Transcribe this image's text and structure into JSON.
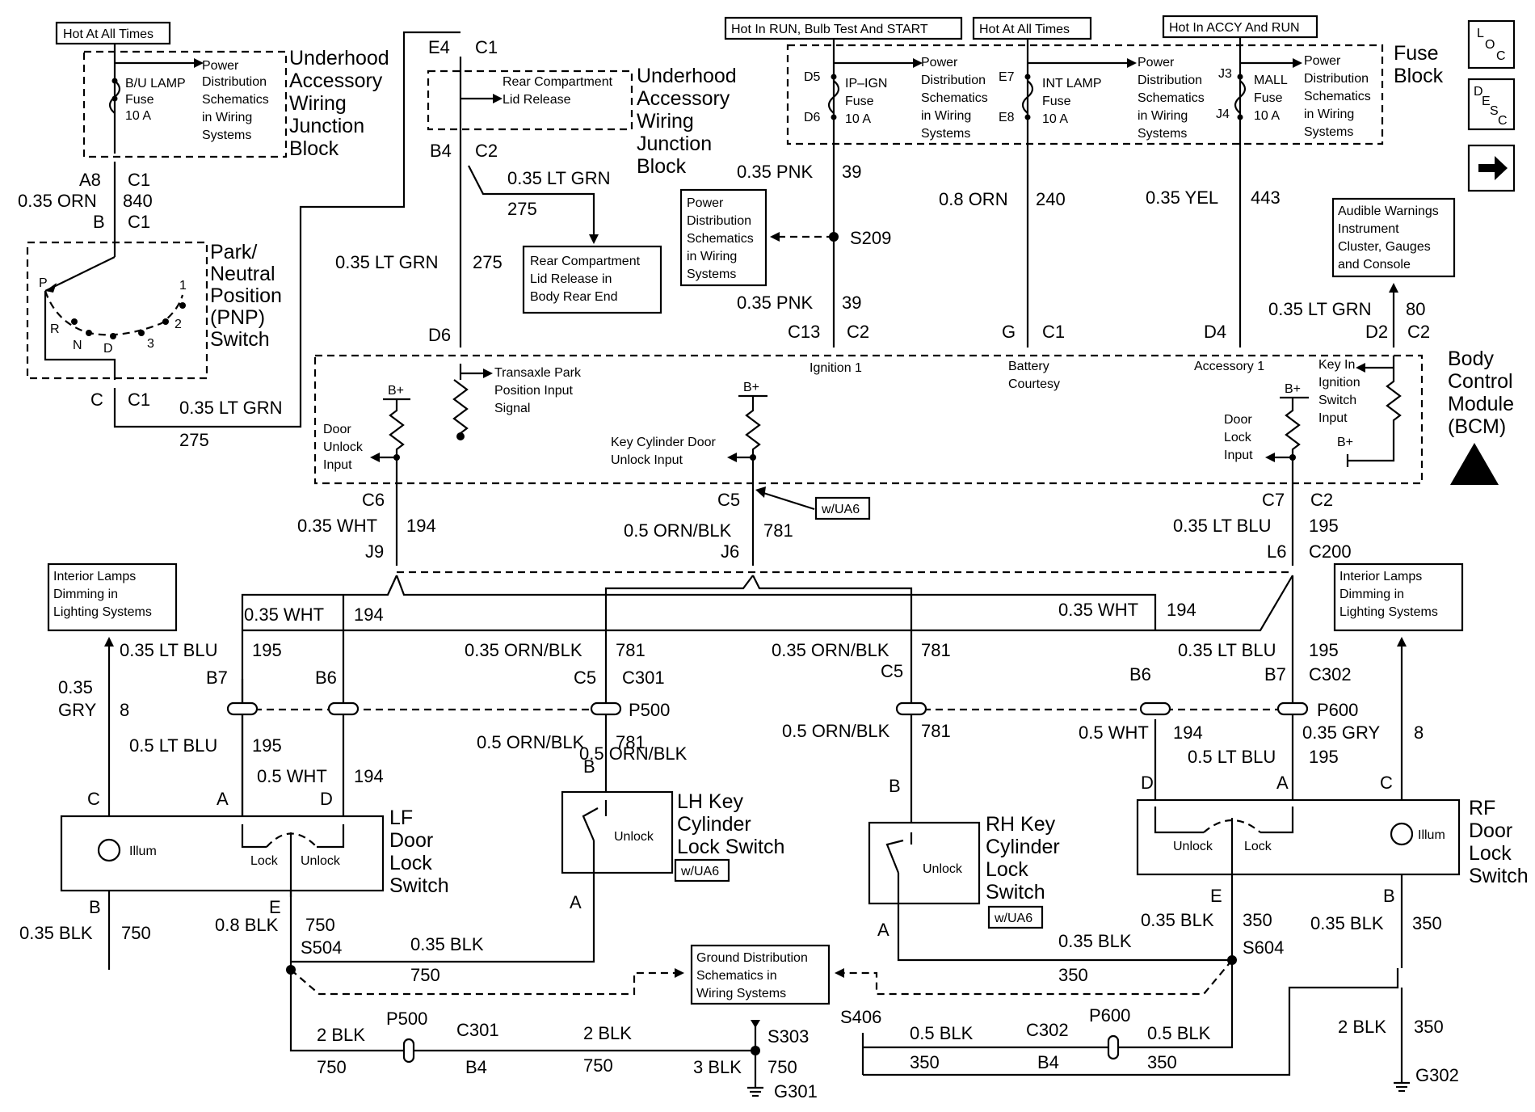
{
  "boxes": {
    "hot_all_times_1": "Hot At All Times",
    "hot_run": "Hot In RUN, Bulb Test And START",
    "hot_all_times_2": "Hot At All Times",
    "hot_accy": "Hot In ACCY And RUN",
    "rear_body_l1": "Rear Compartment",
    "rear_body_l2": "Lid Release in",
    "rear_body_l3": "Body Rear End",
    "pd_l1": "Power",
    "pd_l2": "Distribution",
    "pd_l3": "Schematics",
    "pd_l4": "in Wiring",
    "pd_l5": "Systems",
    "aud_l1": "Audible Warnings",
    "aud_l2": "Instrument",
    "aud_l3": "Cluster, Gauges",
    "aud_l4": "and Console",
    "il_l1": "Interior Lamps",
    "il_l2": "Dimming in",
    "il_l3": "Lighting Systems",
    "gd_l1": "Ground Distribution",
    "gd_l2": "Schematics in",
    "gd_l3": "Wiring Systems",
    "wua6": "w/UA6"
  },
  "components": {
    "ujb_l1": "Underhood",
    "ujb_l2": "Accessory",
    "ujb_l3": "Wiring",
    "ujb_l4": "Junction",
    "ujb_l5": "Block",
    "pnp_l1": "Park/",
    "pnp_l2": "Neutral",
    "pnp_l3": "Position",
    "pnp_l4": "(PNP)",
    "pnp_l5": "Switch",
    "fuse_block_l1": "Fuse",
    "fuse_block_l2": "Block",
    "bcm_l1": "Body",
    "bcm_l2": "Control",
    "bcm_l3": "Module",
    "bcm_l4": "(BCM)",
    "lf_l1": "LF",
    "lf_l2": "Door",
    "lf_l3": "Lock",
    "lf_l4": "Switch",
    "rf_l1": "RF",
    "rf_l2": "Door",
    "rf_l3": "Lock",
    "rf_l4": "Switch",
    "lh_l1": "LH Key",
    "lh_l2": "Cylinder",
    "lh_l3": "Lock Switch",
    "rh_l1": "RH Key",
    "rh_l2": "Cylinder",
    "rh_l3": "Lock",
    "rh_l4": "Switch"
  },
  "fuses": {
    "bu_l1": "B/U LAMP",
    "bu_l2": "Fuse",
    "bu_l3": "10 A",
    "ip_l1": "IP–IGN",
    "ip_l2": "Fuse",
    "ip_l3": "10 A",
    "int_l1": "INT LAMP",
    "int_l2": "Fuse",
    "int_l3": "10 A",
    "mall_l1": "MALL",
    "mall_l2": "Fuse",
    "mall_l3": "10 A"
  },
  "internal": {
    "rcl_l1": "Rear Compartment",
    "rcl_l2": "Lid Release",
    "tps_l1": "Transaxle Park",
    "tps_l2": "Position Input",
    "tps_l3": "Signal",
    "du_l1": "Door",
    "du_l2": "Unlock",
    "du_l3": "Input",
    "kc_l1": "Key Cylinder Door",
    "kc_l2": "Unlock Input",
    "dl_l1": "Door",
    "dl_l2": "Lock",
    "dl_l3": "Input",
    "ki_l1": "Key In",
    "ki_l2": "Ignition",
    "ki_l3": "Switch",
    "ki_l4": "Input",
    "ign1": "Ignition 1",
    "bc_l1": "Battery",
    "bc_l2": "Courtesy",
    "acc1": "Accessory 1",
    "bplus": "B+",
    "illum": "Illum",
    "lock": "Lock",
    "unlock": "Unlock",
    "unlock_sw": "Unlock",
    "gear_p": "P",
    "gear_r": "R",
    "gear_n": "N",
    "gear_d": "D",
    "gear_3": "3",
    "gear_2": "2",
    "gear_1": "1"
  },
  "wire_labels": {
    "w840": "0.35 ORN",
    "c840": "840",
    "w275a": "0.35 LT GRN",
    "c275": "275",
    "w39": "0.35 PNK",
    "c39": "39",
    "w240": "0.8 ORN",
    "c240": "240",
    "w443": "0.35 YEL",
    "c443": "443",
    "w80": "0.35 LT GRN",
    "c80": "80",
    "w194": "0.35 WHT",
    "c194": "194",
    "w781": "0.5 ORN/BLK",
    "c781": "781",
    "w195": "0.35 LT BLU",
    "c195": "195",
    "w781b": "0.35 ORN/BLK",
    "w8": "0.35 GRY",
    "w8a": "0.35",
    "w8b": "GRY",
    "c8": "8",
    "w195b": "0.5 LT BLU",
    "w194b": "0.5 WHT",
    "w750a": "0.35 BLK",
    "c750": "750",
    "w750b": "0.8 BLK",
    "w750c": "2 BLK",
    "w750d": "3 BLK",
    "w350a": "0.35 BLK",
    "c350": "350",
    "w350b": "0.5 BLK",
    "w350c": "2 BLK"
  },
  "connectors": {
    "A8": "A8",
    "C1": "C1",
    "B": "B",
    "C": "C",
    "E4": "E4",
    "B4": "B4",
    "C2": "C2",
    "D6": "D6",
    "D5": "D5",
    "E7": "E7",
    "E8": "E8",
    "J3": "J3",
    "J4": "J4",
    "C13": "C13",
    "G": "G",
    "D4": "D4",
    "D2": "D2",
    "C6": "C6",
    "C5": "C5",
    "C7": "C7",
    "J9": "J9",
    "J6": "J6",
    "L6": "L6",
    "C200": "C200",
    "B7": "B7",
    "B6": "B6",
    "C301": "C301",
    "C302": "C302",
    "A": "A",
    "D": "D",
    "E": "E"
  },
  "splices": {
    "S209": "S209",
    "S504": "S504",
    "S604": "S604",
    "S303": "S303",
    "S406": "S406",
    "P500": "P500",
    "P600": "P600",
    "G301": "G301",
    "G302": "G302"
  },
  "nav": {
    "loc_L": "L",
    "loc_O": "O",
    "loc_C": "C",
    "desc_D": "D",
    "desc_E": "E",
    "desc_S": "S",
    "desc_C": "C"
  }
}
